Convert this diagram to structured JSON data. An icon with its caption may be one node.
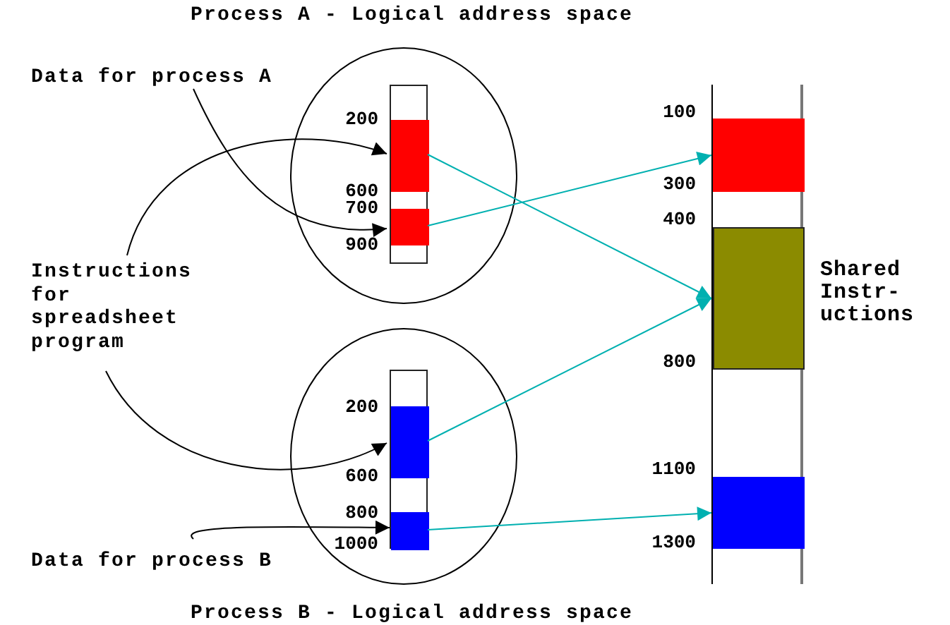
{
  "diagram": {
    "nodes": [
      {
        "text": [
          "Process A - Logical address space"
        ]
      },
      {
        "text": [],
        "shape": "bar",
        "in": 0
      },
      {
        "text": [],
        "shape": "bar",
        "in": 1
      },
      {
        "text": [],
        "shape": "bar",
        "in": 1
      },
      {
        "text": [
          "Process B - Logical address space"
        ]
      },
      {
        "text": [],
        "shape": "bar",
        "in": 4
      },
      {
        "text": [],
        "shape": "bar",
        "in": 5
      },
      {
        "text": [],
        "shape": "bar",
        "in": 5
      },
      {
        "text": [],
        "shape": "bar"
      },
      {
        "text": [],
        "shape": "bar",
        "in": 8
      },
      {
        "text": [],
        "shape": "bar",
        "in": 8,
        "beside": [
          "Shared Instr- uctions"
        ]
      },
      {
        "text": [],
        "shape": "bar",
        "in": 8
      },
      {
        "text": [
          "Data for process A"
        ]
      },
      {
        "text": [
          "Instructions for spreadsheet program"
        ]
      },
      {
        "text": [
          "Data for process B"
        ]
      }
    ],
    "edges": [
      {
        "from": 12,
        "to": 3,
        "arrow": "to"
      },
      {
        "from": 13,
        "to": 2,
        "arrow": "to"
      },
      {
        "from": 13,
        "to": 6,
        "arrow": "to"
      },
      {
        "from": 14,
        "to": 7,
        "arrow": "to"
      },
      {
        "from": 2,
        "to": 10,
        "arrow": "to",
        "color": "#00b0b0"
      },
      {
        "from": 3,
        "to": 9,
        "arrow": "to",
        "color": "#00b0b0"
      },
      {
        "from": 6,
        "to": 10,
        "arrow": "to",
        "color": "#00b0b0"
      },
      {
        "from": 7,
        "to": 11,
        "arrow": "to",
        "color": "#00b0b0"
      }
    ],
    "labels": [
      "200",
      "600",
      "700",
      "900",
      "200",
      "600",
      "800",
      "1000",
      "100",
      "300",
      "400",
      "800",
      "1100",
      "1300"
    ]
  }
}
